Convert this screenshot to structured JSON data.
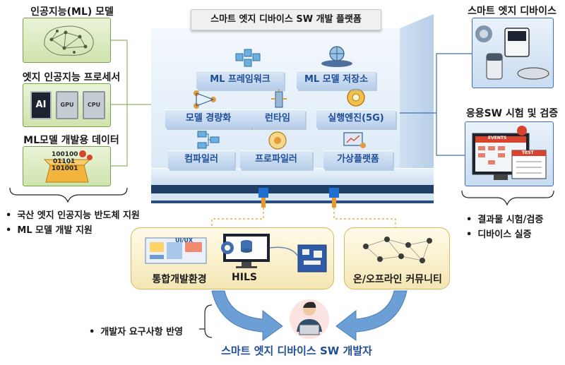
{
  "platform": {
    "title": "스마트 엣지 디바이스 SW 개발 플랫폼",
    "modules": [
      "ML 프레임워크",
      "ML 모델 저장소",
      "모델 경량화",
      "런타임",
      "실행엔진(5G)",
      "컴파일러",
      "프로파일러",
      "가상플랫폼"
    ]
  },
  "left": {
    "box1_label": "인공지능(ML) 모델",
    "box2_label": "엣지 인공지능 프로세서",
    "box3_label": "ML모델 개발용 데이터",
    "chips": [
      "AI",
      "GPU",
      "CPU"
    ],
    "data_bits": [
      "100100",
      "01101",
      "101001"
    ],
    "bullets": [
      "국산 엣지 인공지능 반도체 지원",
      "ML 모델 개발 지원"
    ]
  },
  "right": {
    "box1_label": "스마트 엣지 디바이스",
    "box2_label": "응용SW 시험 및 검증",
    "screen_labels": [
      "EVENTS",
      "TEST"
    ],
    "bullets": [
      "결과물 시험/검증",
      "디바이스 실증"
    ]
  },
  "bottom": {
    "ide_label": "통합개발환경",
    "ui_ux_label": "UI/UX",
    "hils_label": "HILS",
    "community_label": "온/오프라인 커뮤니티",
    "developer_label": "스마트 엣지 디바이스 SW 개발자",
    "requirement_bullet": "개발자 요구사항 반영"
  },
  "colors": {
    "green_border": "#7aa14d",
    "blue_border": "#3f6fb0",
    "yellow_border": "#d9b860",
    "module_text": "#1f4e96",
    "connector_orange": "#e69a2e",
    "connector_blue": "#1f6fd1"
  }
}
